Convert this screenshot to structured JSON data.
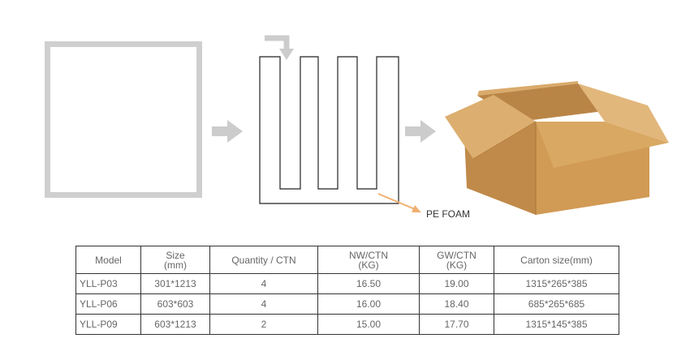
{
  "diagram": {
    "pe_foam_label": "PE FOAM",
    "colors": {
      "panel_frame": "#cfcfcf",
      "arrow": "#cccccc",
      "foam_pointer": "#f0b072",
      "box_side": "#d6a564",
      "box_front": "#c8924f",
      "box_inside": "#b98546"
    },
    "icons": [
      "panel-frame-icon",
      "right-arrow-icon",
      "folded-foam-icon",
      "down-arrow-icon",
      "open-carton-box-icon"
    ]
  },
  "table": {
    "headers": {
      "model": "Model",
      "size_line1": "Size",
      "size_line2": "(mm)",
      "quantity": "Quantity / CTN",
      "nw_line1": "NW/CTN",
      "nw_line2": "(KG)",
      "gw_line1": "GW/CTN",
      "gw_line2": "(KG)",
      "carton": "Carton size(mm)"
    },
    "rows": [
      {
        "model": "YLL-P03",
        "size": "301*1213",
        "qty": "4",
        "nw": "16.50",
        "gw": "19.00",
        "carton": "1315*265*385"
      },
      {
        "model": "YLL-P06",
        "size": "603*603",
        "qty": "4",
        "nw": "16.00",
        "gw": "18.40",
        "carton": "685*265*685"
      },
      {
        "model": "YLL-P09",
        "size": "603*1213",
        "qty": "2",
        "nw": "15.00",
        "gw": "17.70",
        "carton": "1315*145*385"
      }
    ]
  }
}
